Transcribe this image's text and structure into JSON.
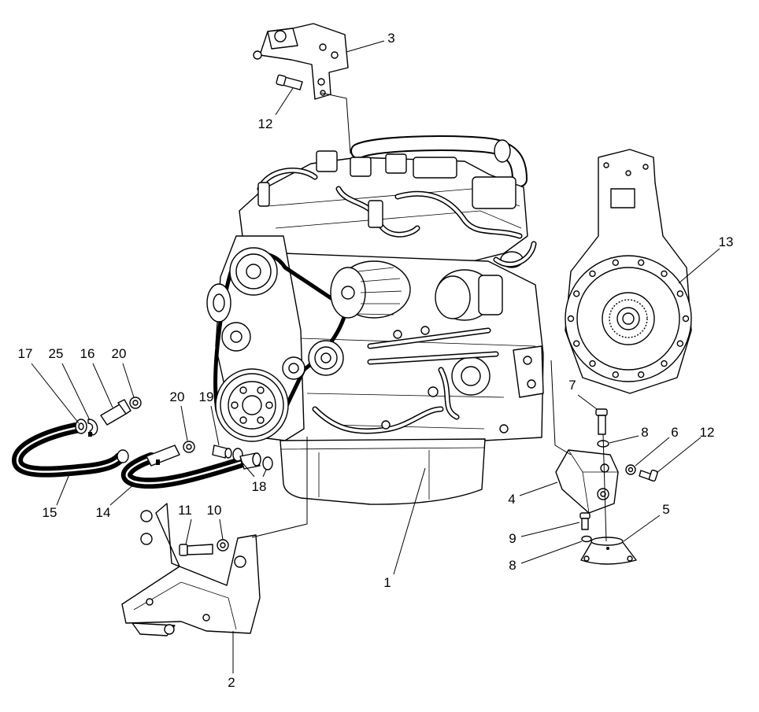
{
  "colors": {
    "line": "#000000",
    "background": "#ffffff"
  },
  "callouts": [
    "3",
    "12",
    "13",
    "17",
    "25",
    "16",
    "20",
    "20",
    "19",
    "7",
    "8",
    "6",
    "12",
    "4",
    "5",
    "9",
    "8",
    "15",
    "14",
    "18",
    "11",
    "10",
    "1",
    "2"
  ]
}
